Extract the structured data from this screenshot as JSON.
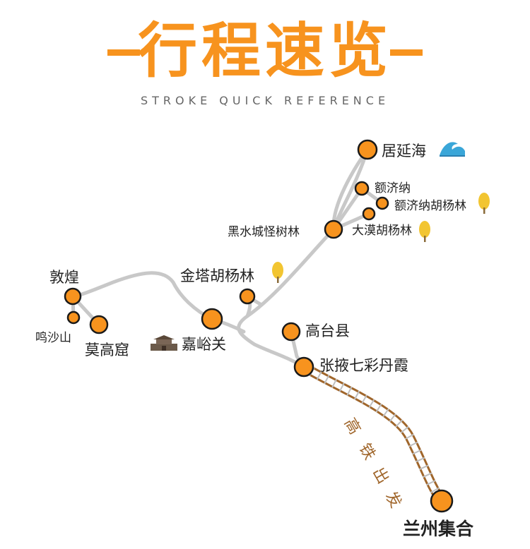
{
  "header": {
    "title": "行程速览",
    "subtitle": "STROKE QUICK REFERENCE"
  },
  "colors": {
    "accent": "#f7931e",
    "route": "#c8c8c8",
    "rail": "#a0662b",
    "node_stroke": "#1a1a1a"
  },
  "places": {
    "juyanhai": "居延海",
    "ejina": "额济纳",
    "ejina_poplar": "额济纳胡杨林",
    "heishui": "黑水城怪树林",
    "damo_poplar": "大漠胡杨林",
    "jinta_poplar": "金塔胡杨林",
    "dunhuang": "敦煌",
    "mingsha": "鸣沙山",
    "mogao": "莫高窟",
    "jiayuguan": "嘉峪关",
    "gaotai": "高台县",
    "zhangye": "张掖七彩丹霞",
    "lanzhou": "兰州集合"
  },
  "rail_label": [
    "高",
    "铁",
    "出",
    "发"
  ],
  "icons": {
    "juyanhai": "wave-icon",
    "poplar": "poplar-tree-icon",
    "jiayuguan": "fortress-icon"
  }
}
